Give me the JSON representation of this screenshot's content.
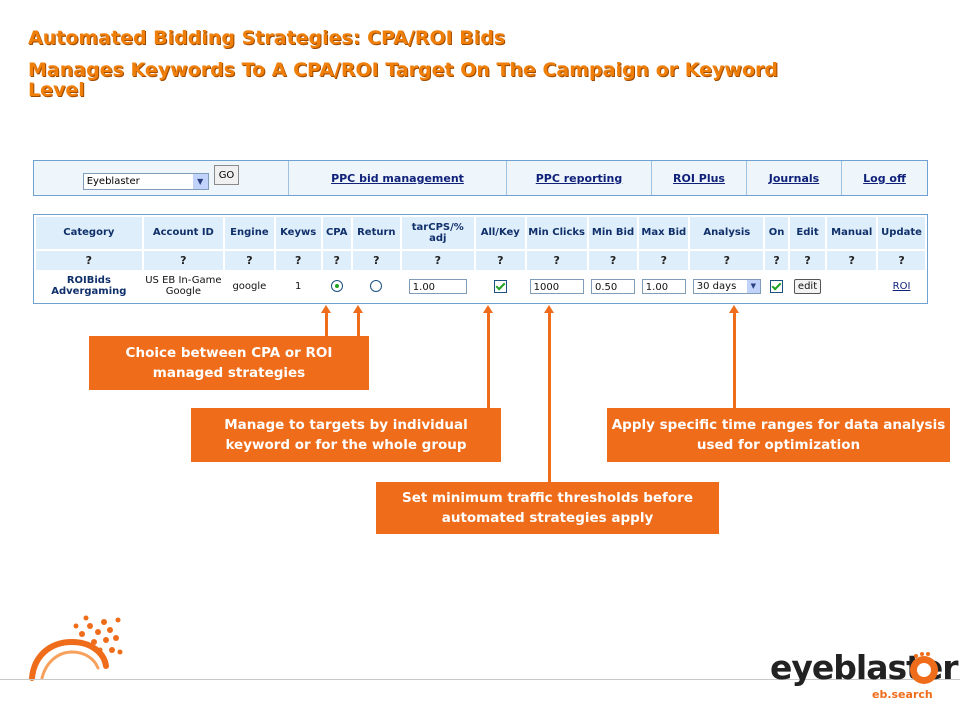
{
  "title": "Automated Bidding Strategies: CPA/ROI Bids",
  "subtitle": "Manages Keywords To A CPA/ROI Target On The Campaign or Keyword Level",
  "nav": {
    "account_select": "Eyeblaster",
    "go_label": "GO",
    "links": [
      "PPC bid management",
      "PPC reporting",
      "ROI Plus",
      "Journals",
      "Log off"
    ]
  },
  "table": {
    "headers": [
      "Category",
      "Account ID",
      "Engine",
      "Keyws",
      "CPA",
      "Return",
      "tarCPS/% adj",
      "All/Key",
      "Min Clicks",
      "Min Bid",
      "Max Bid",
      "Analysis",
      "On",
      "Edit",
      "Manual",
      "Update"
    ],
    "help_mark": "?",
    "row": {
      "category": "ROIBids Advergaming",
      "account_id": "US EB In-Game Google",
      "engine": "google",
      "keyws": "1",
      "cpa_selected": true,
      "return_selected": false,
      "tar_adj": "1.00",
      "all_key": true,
      "min_clicks": "1000",
      "min_bid": "0.50",
      "max_bid": "1.00",
      "analysis": "30 days",
      "on": true,
      "edit": "edit",
      "manual": "",
      "update": "ROI"
    }
  },
  "callouts": {
    "cpa_roi": "Choice between CPA or ROI managed strategies",
    "targets": "Manage to targets by individual keyword or for the whole group",
    "thresholds": "Set minimum traffic thresholds before automated strategies apply",
    "analysis": "Apply specific time ranges for data analysis used for optimization"
  },
  "footer": {
    "brand": "eyeblaster",
    "brand_sub": "eb.search"
  },
  "colors": {
    "accent": "#ef6c1a",
    "title": "#f07f09",
    "header_bg": "#dfeefb",
    "border": "#6fa2d0"
  }
}
